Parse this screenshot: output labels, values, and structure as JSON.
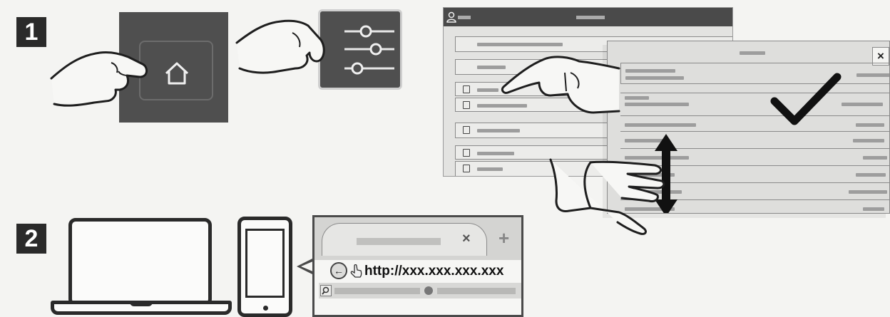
{
  "steps": {
    "step1": "1",
    "step2": "2"
  },
  "browser": {
    "url": "http://xxx.xxx.xxx.xxx",
    "tab_close": "×",
    "tab_new": "+"
  },
  "popup": {
    "close": "×"
  },
  "icons": {
    "home": "home-icon",
    "settings": "sliders-icon",
    "confirm": "checkmark-icon",
    "scroll": "double-arrow-icon",
    "back": "back-arrow-icon",
    "search": "search-icon"
  }
}
